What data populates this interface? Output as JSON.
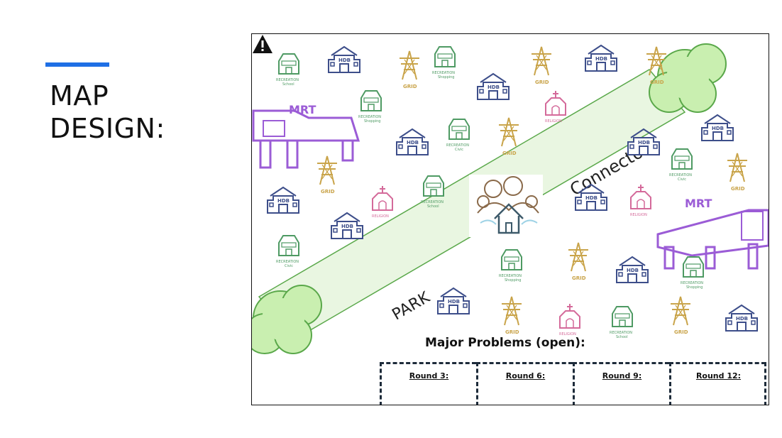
{
  "slide": {
    "title_line1": "MAP",
    "title_line2": "DESIGN:",
    "accent_color": "#1f6fe5"
  },
  "map": {
    "mrt_label": "MRT",
    "hdb_label": "HDB",
    "grid_label": "GRID",
    "religion_label": "RELIGION",
    "recreation_label": "RECREATION",
    "school_sub": "School",
    "shopping_sub": "Shopping",
    "civic_sub": "Civic",
    "park_label": "PARK",
    "connector_label": "Connector",
    "colors": {
      "mrt": "#9b5cd6",
      "hdb": "#3d4e8a",
      "grid": "#c9a44a",
      "religion": "#d46a9a",
      "recreation": "#4e9a63",
      "park_fill": "#c9efb0",
      "park_stroke": "#5aa84a",
      "corridor_fill": "#e9f6e1"
    },
    "icons": {
      "mrt": "train-station-icon",
      "hdb": "apartment-building-icon",
      "grid": "power-pylon-icon",
      "religion": "temple-icon",
      "recreation": "community-building-icon",
      "park": "tree-cluster-icon",
      "center": "home-community-icon",
      "warning": "warning-icon"
    }
  },
  "problems": {
    "title": "Major Problems (open):",
    "rounds": [
      "Round 3:",
      "Round 6:",
      "Round 9:",
      "Round 12:"
    ]
  }
}
